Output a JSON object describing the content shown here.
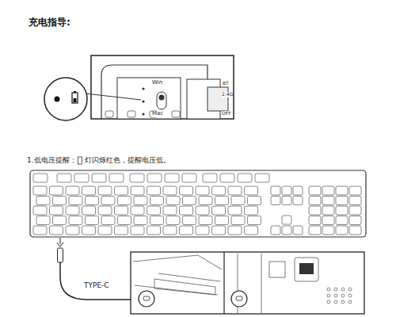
{
  "diagram": {
    "title": "充电指导:",
    "labels": [
      "Win",
      "Mac",
      "BT",
      "2.4G",
      "OFF",
      "1.低电压提醒：",
      "灯闪烁红色，提醒电压低。",
      "TYPE-C"
    ]
  }
}
